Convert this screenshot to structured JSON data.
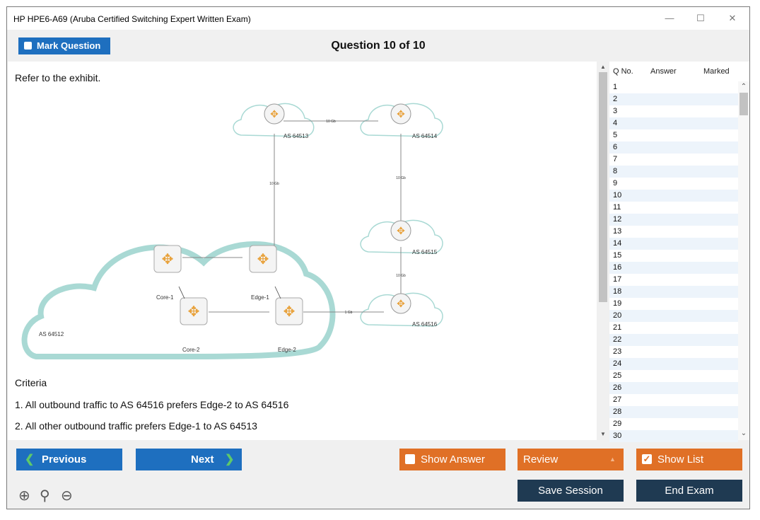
{
  "window": {
    "title": "HP HPE6-A69 (Aruba Certified Switching Expert Written Exam)"
  },
  "header": {
    "mark_label": "Mark Question",
    "question_title": "Question 10 of 10"
  },
  "question": {
    "intro": "Refer to the exhibit.",
    "criteria_title": "Criteria",
    "criteria": [
      "1. All outbound traffic to AS 64516 prefers Edge-2 to AS 64516",
      "2. All other outbound traffic prefers Edge-1 to AS 64513"
    ]
  },
  "exhibit": {
    "as_labels": [
      "AS 64512",
      "AS 64513",
      "AS 64514",
      "AS 64515",
      "AS 64516"
    ],
    "link_labels": [
      "10 Gb",
      "10 Gb",
      "10 Gb",
      "10 Gb",
      "1 Gb"
    ],
    "device_labels": [
      "Core-1",
      "Edge-1",
      "Core-2",
      "Edge-2"
    ]
  },
  "question_list": {
    "columns": [
      "Q No.",
      "Answer",
      "Marked"
    ],
    "rows": [
      "1",
      "2",
      "3",
      "4",
      "5",
      "6",
      "7",
      "8",
      "9",
      "10",
      "11",
      "12",
      "13",
      "14",
      "15",
      "16",
      "17",
      "18",
      "19",
      "20",
      "21",
      "22",
      "23",
      "24",
      "25",
      "26",
      "27",
      "28",
      "29",
      "30"
    ]
  },
  "buttons": {
    "previous": "Previous",
    "next": "Next",
    "show_answer": "Show Answer",
    "review": "Review",
    "show_list": "Show List",
    "save_session": "Save Session",
    "end_exam": "End Exam"
  },
  "icons": {
    "minimize": "minimize-icon",
    "maximize": "maximize-icon",
    "close": "close-icon",
    "zoom_in": "zoom-in-icon",
    "zoom_reset": "zoom-reset-icon",
    "zoom_out": "zoom-out-icon",
    "checkbox": "checkbox-icon",
    "checkbox_checked": "checkbox-checked-icon",
    "chevron_left": "chevron-left-icon",
    "chevron_right": "chevron-right-icon"
  },
  "colors": {
    "primary": "#1e6fbf",
    "accent": "#e07026",
    "dark": "#1f3a52",
    "cloud": "#a9d9d4",
    "router": "#e8a13a"
  }
}
